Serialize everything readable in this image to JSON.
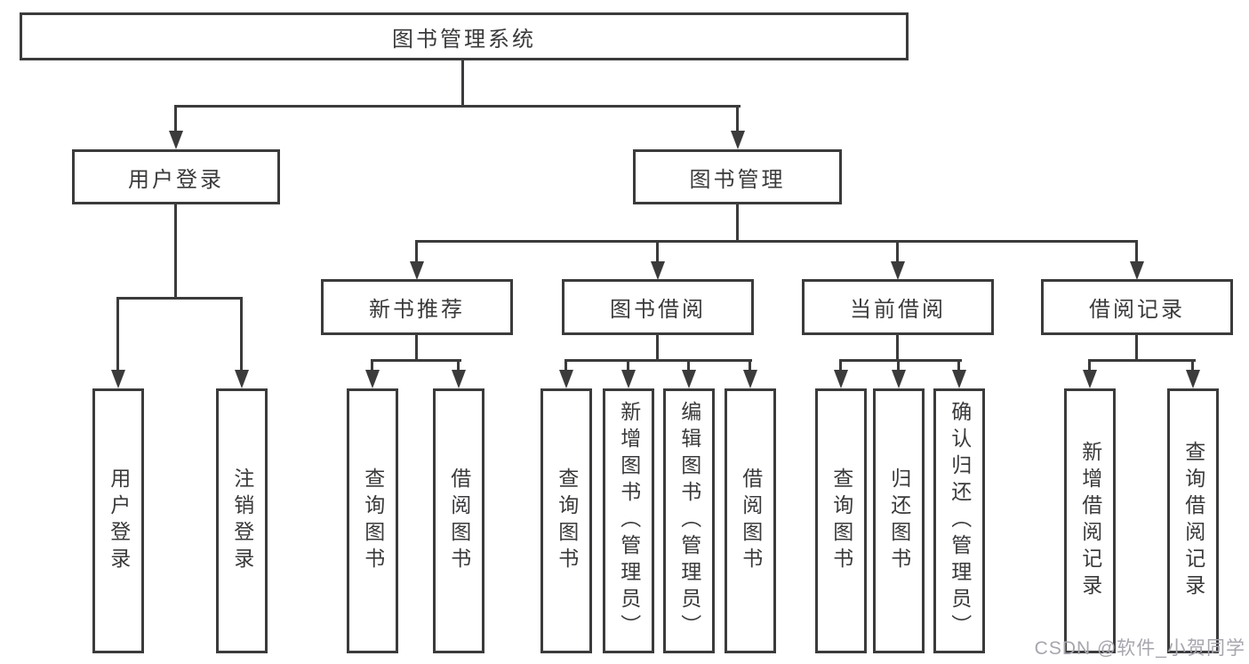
{
  "diagram": {
    "root": "图书管理系统",
    "user_login": {
      "label": "用户登录",
      "children": [
        "用户登录",
        "注销登录"
      ]
    },
    "book_mgmt": {
      "label": "图书管理"
    },
    "groups": [
      {
        "label": "新书推荐",
        "children": [
          "查询图书",
          "借阅图书"
        ]
      },
      {
        "label": "图书借阅",
        "children": [
          "查询图书",
          "新增图书（管理员）",
          "编辑图书（管理员）",
          "借阅图书"
        ]
      },
      {
        "label": "当前借阅",
        "children": [
          "查询图书",
          "归还图书",
          "确认归还（管理员）"
        ]
      },
      {
        "label": "借阅记录",
        "children": [
          "新增借阅记录",
          "查询借阅记录"
        ]
      }
    ]
  },
  "watermark": {
    "text": "CSDN @软件_小贺同学"
  },
  "colors": {
    "line": "#3b3b3c",
    "text": "#3a3a3c",
    "background": "#ffffff",
    "watermark": "#a6a6ae"
  }
}
